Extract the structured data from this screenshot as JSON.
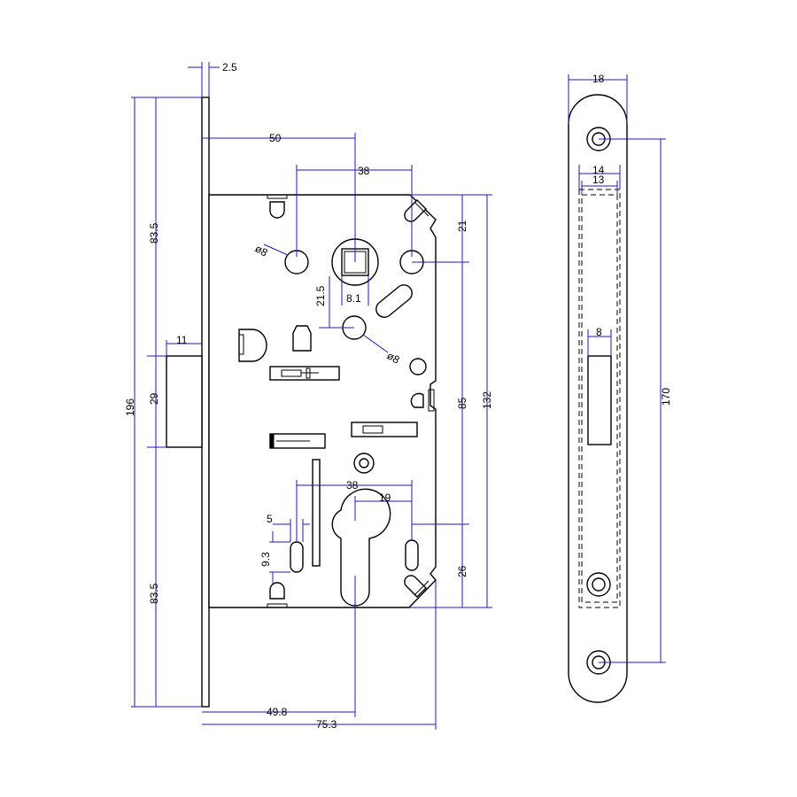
{
  "colors": {
    "dimension_line": "#1a1acc",
    "outline": "#000000",
    "background": "#ffffff"
  },
  "dimensions": {
    "faceplate_thickness": "2.5",
    "backset": "50",
    "top_holes_spacing": "38",
    "hole_top_diameter": "ø8",
    "hole_mid_diameter": "ø8",
    "total_height": "196",
    "upper_half": "83.5",
    "lower_half": "83.5",
    "latch_height": "29",
    "latch_projection": "11",
    "top_offset": "21",
    "handle_to_cylinder": "85",
    "case_height": "132",
    "spindle_offset": "21.5",
    "spindle_size": "8.1",
    "cylinder_holes_spacing": "38",
    "cylinder_offset": "19",
    "slot_width": "5",
    "slot_height": "9.3",
    "bottom_offset": "26",
    "cylinder_backset": "49.8",
    "total_depth": "75.3",
    "strike_width": "18",
    "strike_opening_outer": "14",
    "strike_opening_inner": "13",
    "strike_bolt_width": "8",
    "strike_hole_spacing": "170"
  }
}
